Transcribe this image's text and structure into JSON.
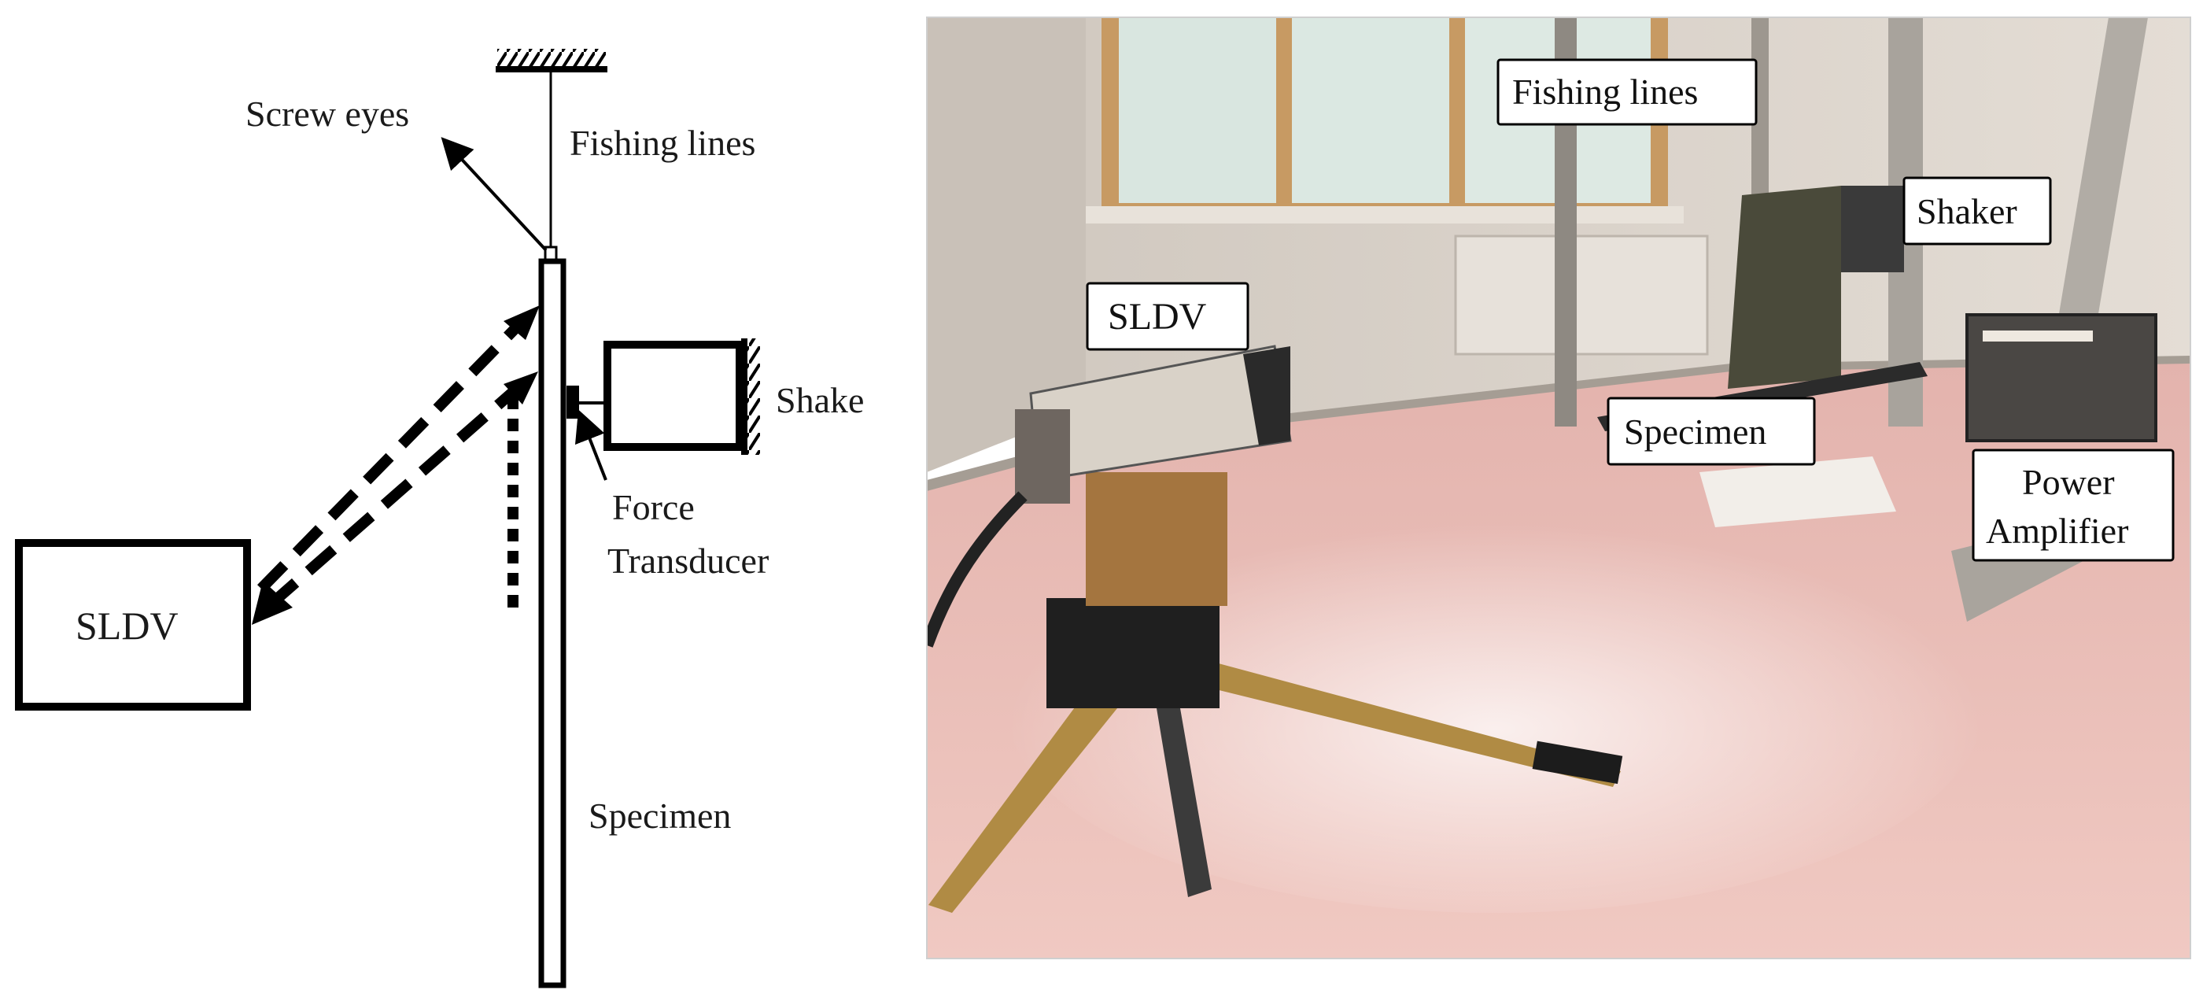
{
  "schematic": {
    "labels": {
      "fishing_lines": "Fishing lines",
      "screw_eyes": "Screw eyes",
      "shake": "Shake",
      "force": "Force",
      "transducer": "Transducer",
      "sldv": "SLDV",
      "specimen": "Specimen"
    }
  },
  "photo": {
    "labels": {
      "fishing_lines": "Fishing lines",
      "shaker": "Shaker",
      "sldv": "SLDV",
      "specimen": "Specimen",
      "power": "Power",
      "amplifier": "Amplifier"
    }
  },
  "colors": {
    "ink": "#000000",
    "floor": "#e9bcb6",
    "wall": "#ddd5cd",
    "window_frame": "#c79a63"
  }
}
